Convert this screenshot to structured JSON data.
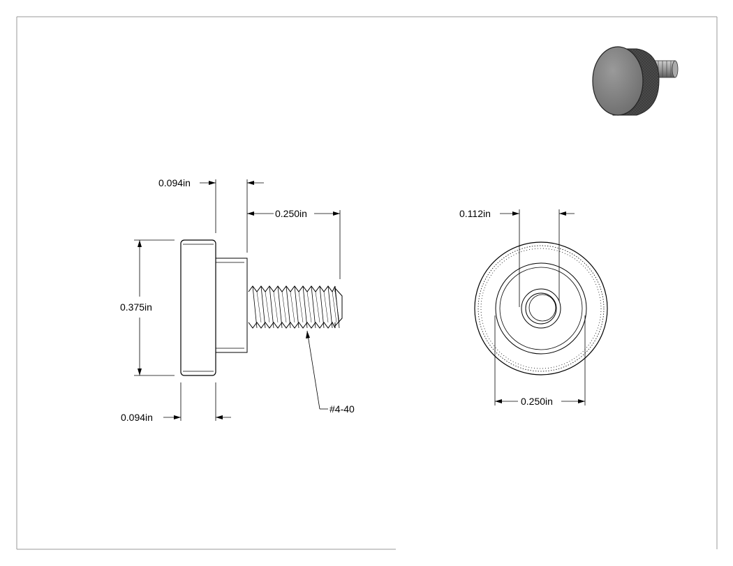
{
  "drawing": {
    "side_view": {
      "head_width_top_label": "0.094in",
      "thread_length_label": "0.250in",
      "head_diameter_label": "0.375in",
      "head_width_bottom_label": "0.094in",
      "thread_label": "#4-40"
    },
    "front_view": {
      "thread_diameter_label": "0.112in",
      "shoulder_diameter_label": "0.250in"
    },
    "colors": {
      "line": "#000000",
      "border": "#999999",
      "render_gray": "#8a8a8a"
    }
  }
}
